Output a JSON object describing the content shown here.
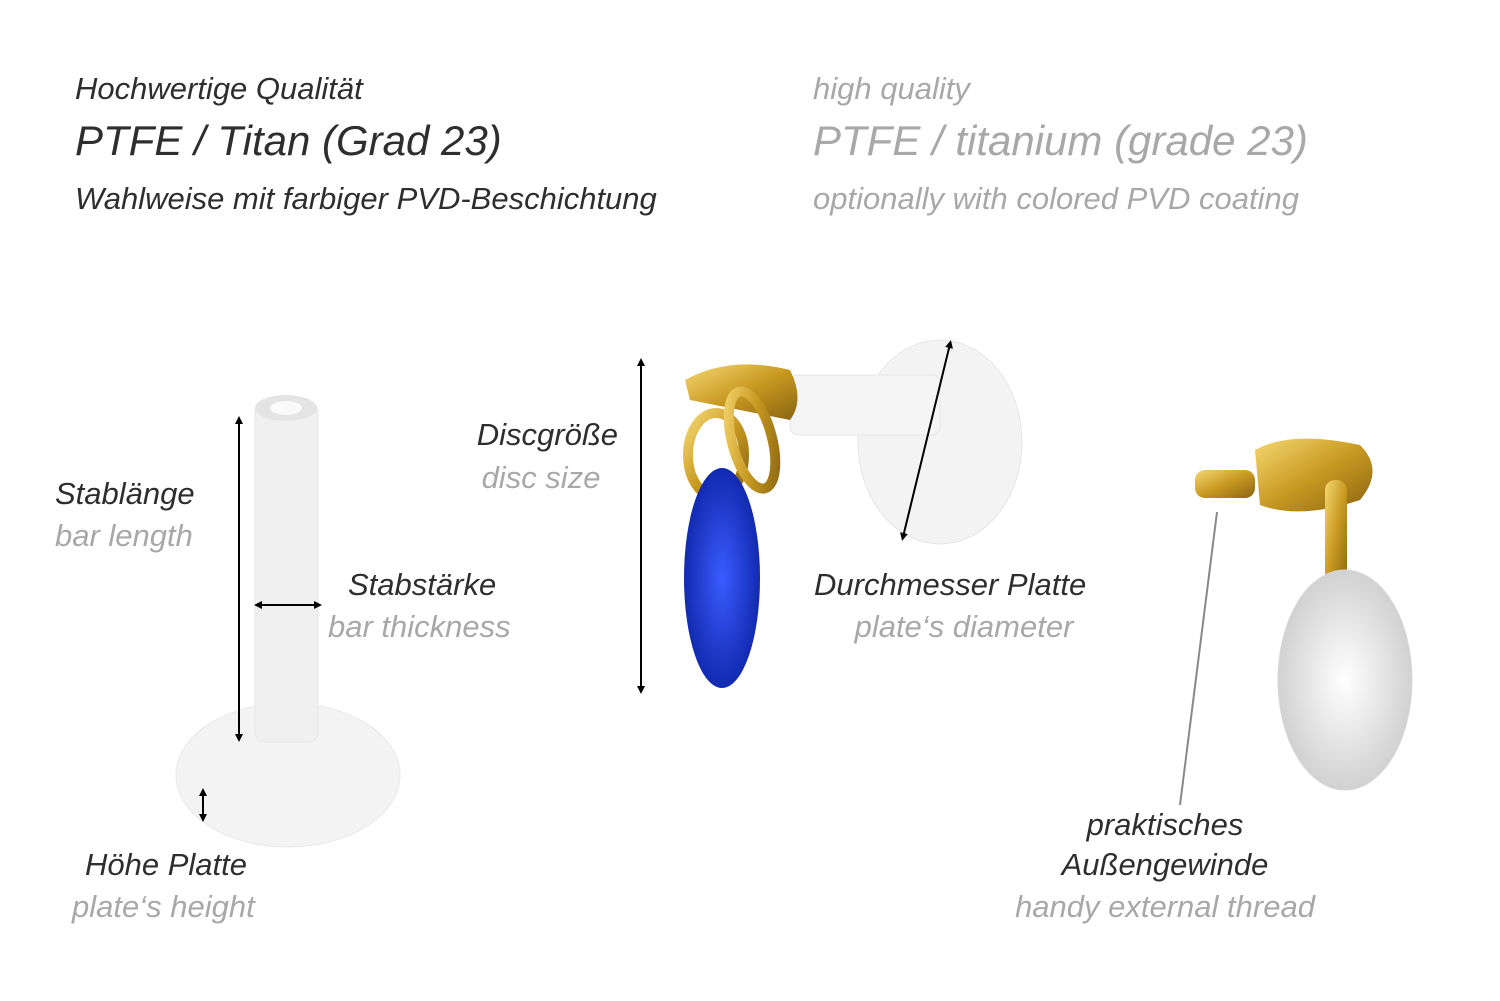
{
  "header": {
    "de": {
      "quality": "Hochwertige Qualität",
      "material": "PTFE / Titan (Grad 23)",
      "coating": "Wahlweise mit farbiger PVD-Beschichtung"
    },
    "en": {
      "quality": "high quality",
      "material": "PTFE / titanium (grade 23)",
      "coating": "optionally with colored PVD coating"
    }
  },
  "labels": {
    "bar_length": {
      "de": "Stablänge",
      "en": "bar length"
    },
    "bar_thickness": {
      "de": "Stabstärke",
      "en": "bar thickness"
    },
    "plate_height": {
      "de": "Höhe Platte",
      "en": "plate‘s height"
    },
    "disc_size": {
      "de": "Discgröße",
      "en": "disc size"
    },
    "plate_diameter": {
      "de": "Durchmesser Platte",
      "en": "plate‘s diameter"
    },
    "external_thread": {
      "de_line1": "praktisches",
      "de_line2": "Außengewinde",
      "en": "handy external thread"
    }
  },
  "colors": {
    "gold": "#d4a82a",
    "blue_stone": "#1a3fd0",
    "clear_stone": "#e6e6e6",
    "ptfe": "#f2f2f2"
  }
}
